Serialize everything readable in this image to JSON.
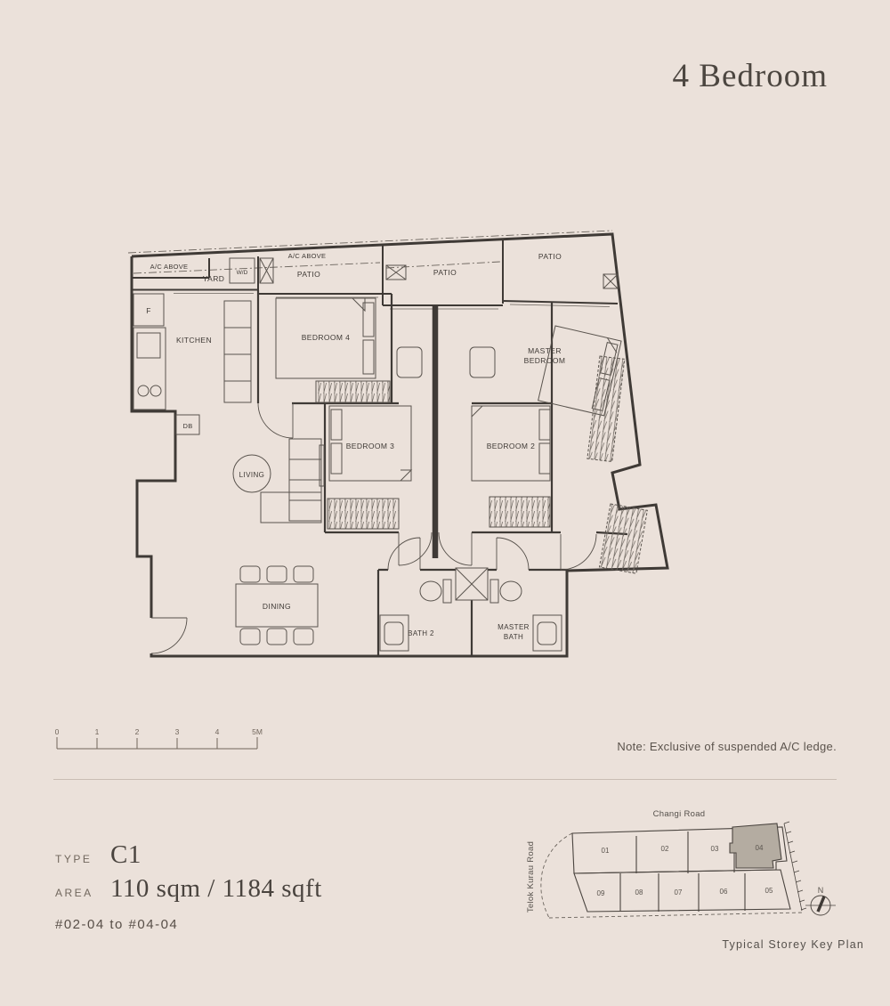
{
  "title": "4 Bedroom",
  "floorplan": {
    "labels": {
      "ac_above_1": "A/C ABOVE",
      "yard": "YARD",
      "wd": "W/D",
      "ac_above_2": "A/C ABOVE",
      "patio_1": "PATIO",
      "patio_2": "PATIO",
      "patio_3": "PATIO",
      "fridge": "F",
      "kitchen": "KITCHEN",
      "db": "DB",
      "bedroom4": "BEDROOM 4",
      "master_line1": "MASTER",
      "master_line2": "BEDROOM",
      "bedroom3": "BEDROOM 3",
      "bedroom2": "BEDROOM 2",
      "living": "LIVING",
      "dining": "DINING",
      "bath2": "BATH 2",
      "master_bath_line1": "MASTER",
      "master_bath_line2": "BATH"
    }
  },
  "scale_bar": {
    "ticks": [
      "0",
      "1",
      "2",
      "3",
      "4",
      "5M"
    ]
  },
  "note": "Note: Exclusive of suspended A/C ledge.",
  "details": {
    "type_label": "TYPE",
    "type_value": "C1",
    "area_label": "AREA",
    "area_value": "110 sqm / 1184 sqft",
    "units_range": "#02-04 to #04-04"
  },
  "key_plan": {
    "road_top": "Changi Road",
    "road_left": "Telok Kurau Road",
    "units_top": [
      "01",
      "02",
      "03",
      "04"
    ],
    "units_bottom": [
      "09",
      "08",
      "07",
      "06",
      "05"
    ],
    "highlighted_unit": "04",
    "north_label": "N",
    "caption": "Typical Storey Key Plan"
  },
  "colors": {
    "background": "#EBE1DA",
    "line": "#3F3A36",
    "highlight": "#B4ACA1"
  }
}
